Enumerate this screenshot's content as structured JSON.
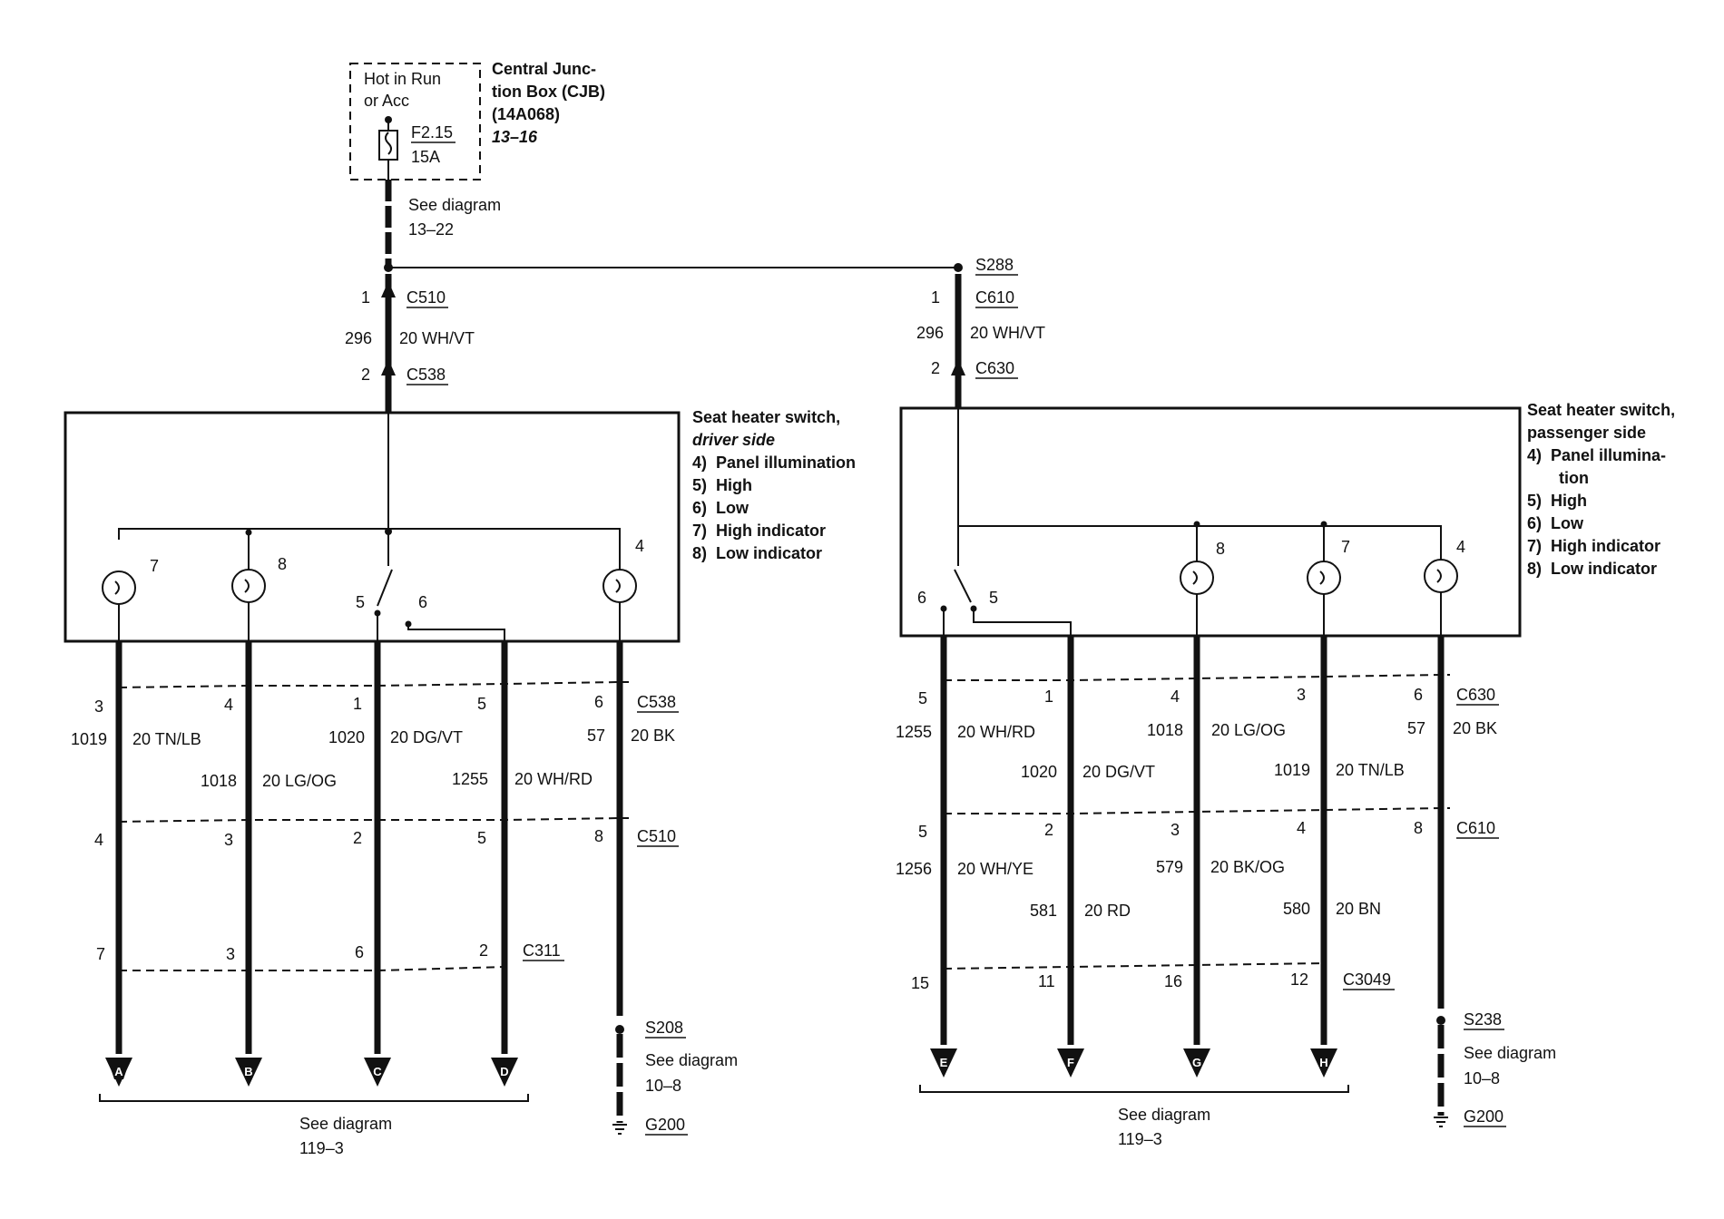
{
  "cjb": {
    "label_line1": "Hot in Run",
    "label_line2": "or Acc",
    "fuse_id": "F2.15",
    "fuse_amps": "15A",
    "title_line1": "Central Junc-",
    "title_line2": "tion Box (CJB)",
    "title_line3": "(14A068)",
    "page_ref": "13–16"
  },
  "top_ref": {
    "line1": "See diagram",
    "line2": "13–22"
  },
  "splice_top": "S288",
  "feed_left": {
    "pin_top": "1",
    "conn_top": "C510",
    "circuit": "296",
    "wire": "20 WH/VT",
    "pin_bottom": "2",
    "conn_bottom": "C538"
  },
  "feed_right": {
    "pin_top": "1",
    "conn_top": "C610",
    "circuit": "296",
    "wire": "20 WH/VT",
    "pin_bottom": "2",
    "conn_bottom": "C630"
  },
  "driver_switch": {
    "title_line1": "Seat heater switch,",
    "title_line2": "driver side",
    "items": [
      "4)  Panel illumination",
      "5)  High",
      "6)  Low",
      "7)  High indicator",
      "8)  Low indicator"
    ],
    "term_7": "7",
    "term_8": "8",
    "term_5": "5",
    "term_6": "6",
    "term_4": "4"
  },
  "passenger_switch": {
    "title_line1": "Seat heater switch,",
    "title_line2": "passenger side",
    "items": [
      "4)  Panel illumina-",
      "tion",
      "5)  High",
      "6)  Low",
      "7)  High indicator",
      "8)  Low indicator"
    ],
    "term_6": "6",
    "term_5": "5",
    "term_8": "8",
    "term_7": "7",
    "term_4": "4"
  },
  "left_harness": {
    "c538": {
      "conn": "C538",
      "pins": [
        "3",
        "4",
        "1",
        "5",
        "6"
      ]
    },
    "wires_upper": [
      {
        "circuit": "1019",
        "color": "20 TN/LB"
      },
      {
        "circuit": "1018",
        "color": "20 LG/OG"
      },
      {
        "circuit": "1020",
        "color": "20 DG/VT"
      },
      {
        "circuit": "1255",
        "color": "20 WH/RD"
      },
      {
        "circuit": "57",
        "color": "20 BK"
      }
    ],
    "c510": {
      "conn": "C510",
      "pins": [
        "4",
        "3",
        "2",
        "5",
        "8"
      ]
    },
    "c311": {
      "conn": "C311",
      "pins": [
        "7",
        "3",
        "6",
        "2"
      ]
    },
    "arrows": [
      "A",
      "B",
      "C",
      "D"
    ],
    "splice": "S208",
    "ground_ref": {
      "line1": "See diagram",
      "line2": "10–8"
    },
    "ground": "G200",
    "bottom_ref": {
      "line1": "See diagram",
      "line2": "119–3"
    }
  },
  "right_harness": {
    "c630": {
      "conn": "C630",
      "pins": [
        "5",
        "1",
        "4",
        "3",
        "6"
      ]
    },
    "wires_upper": [
      {
        "circuit": "1255",
        "color": "20 WH/RD"
      },
      {
        "circuit": "1020",
        "color": "20 DG/VT"
      },
      {
        "circuit": "1018",
        "color": "20 LG/OG"
      },
      {
        "circuit": "1019",
        "color": "20 TN/LB"
      },
      {
        "circuit": "57",
        "color": "20 BK"
      }
    ],
    "c610": {
      "conn": "C610",
      "pins": [
        "5",
        "2",
        "3",
        "4",
        "8"
      ]
    },
    "wires_lower": [
      {
        "circuit": "1256",
        "color": "20 WH/YE"
      },
      {
        "circuit": "581",
        "color": "20 RD"
      },
      {
        "circuit": "579",
        "color": "20 BK/OG"
      },
      {
        "circuit": "580",
        "color": "20 BN"
      }
    ],
    "c3049": {
      "conn": "C3049",
      "pins": [
        "15",
        "11",
        "16",
        "12"
      ]
    },
    "arrows": [
      "E",
      "F",
      "G",
      "H"
    ],
    "splice": "S238",
    "ground_ref": {
      "line1": "See diagram",
      "line2": "10–8"
    },
    "ground": "G200",
    "bottom_ref": {
      "line1": "See diagram",
      "line2": "119–3"
    }
  }
}
